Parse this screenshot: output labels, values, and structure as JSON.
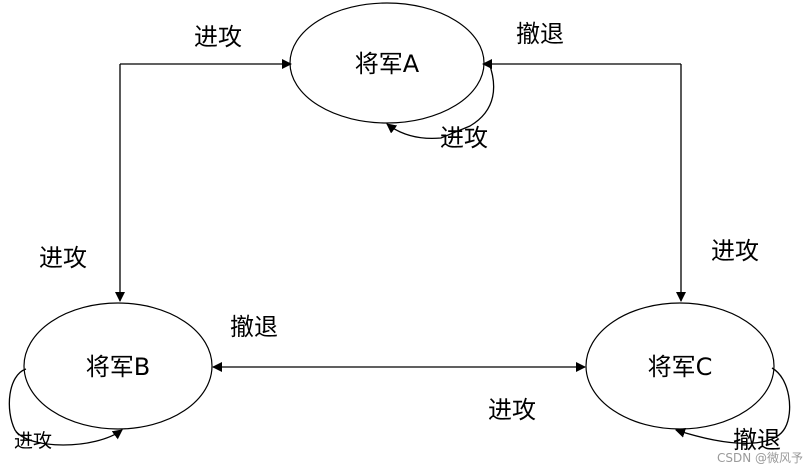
{
  "nodes": {
    "a": {
      "label": "将军A"
    },
    "b": {
      "label": "将军B"
    },
    "c": {
      "label": "将军C"
    }
  },
  "edges": {
    "b_to_a": {
      "label": "进攻"
    },
    "a_to_b": {
      "label": "进攻"
    },
    "c_to_a": {
      "label": "撤退"
    },
    "a_to_c": {
      "label": "进攻"
    },
    "b_c_top": {
      "label": "撤退"
    },
    "b_c_bottom": {
      "label": "进攻"
    },
    "a_self": {
      "label": "进攻"
    },
    "b_self": {
      "label": "进攻"
    },
    "c_self": {
      "label": "撤退"
    }
  },
  "watermark": "CSDN @微风予"
}
